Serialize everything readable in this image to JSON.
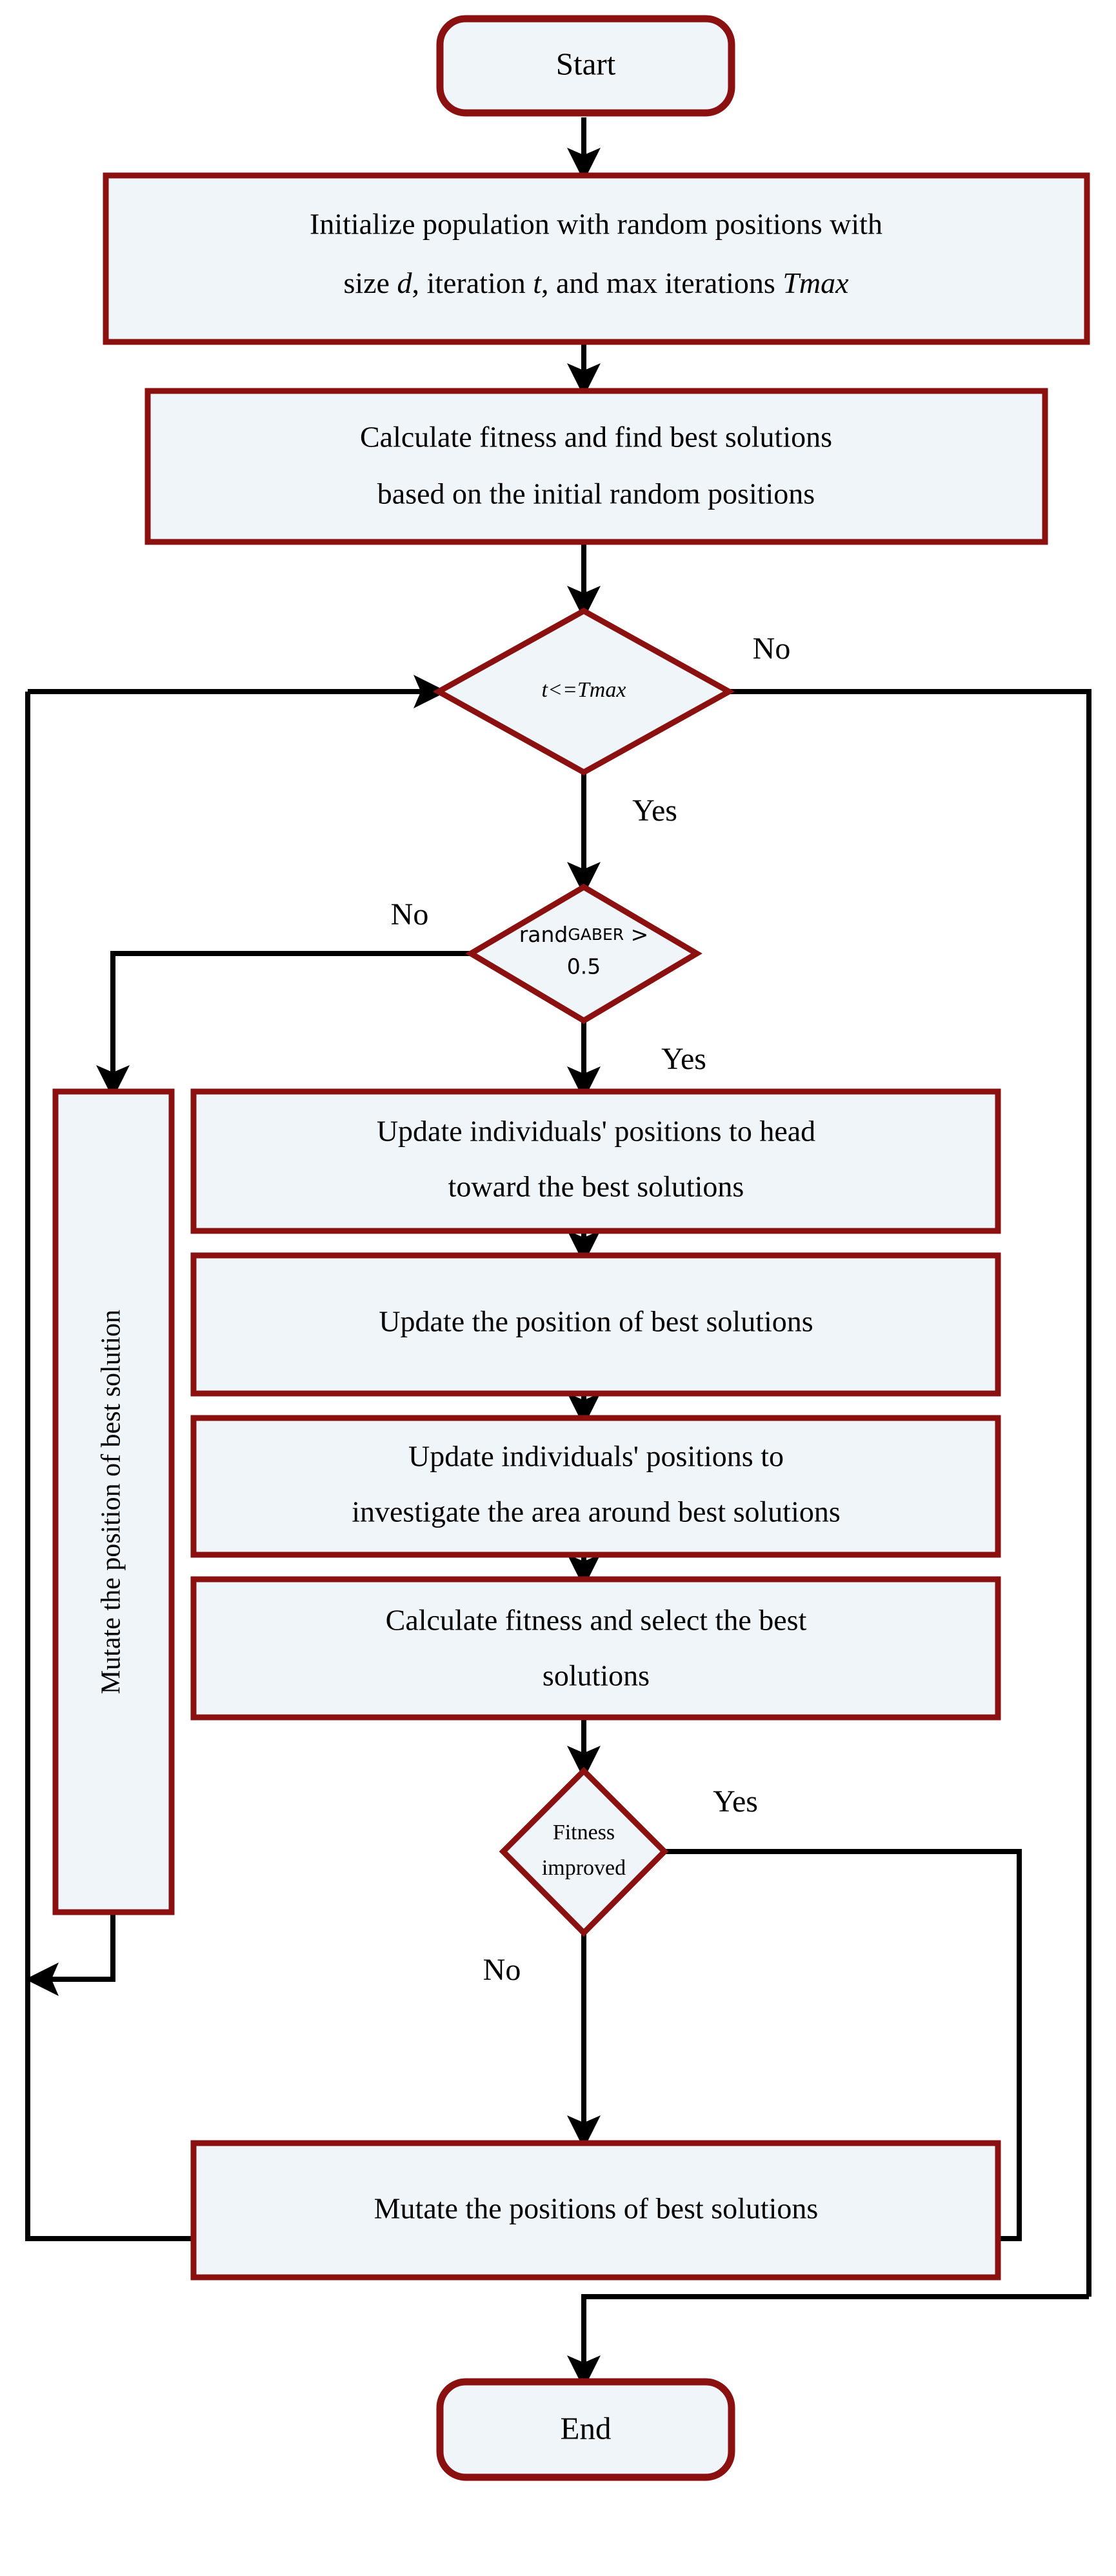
{
  "diagram": {
    "title": "GABER metaheuristic algorithm flowchart",
    "colors": {
      "node_border": "#8b1111",
      "node_fill": "#f0f5fa",
      "connector": "#000000",
      "text": "#000000",
      "background": "#ffffff"
    },
    "nodes": [
      {
        "id": "start",
        "type": "terminator",
        "label": "Start"
      },
      {
        "id": "initialize",
        "type": "process",
        "line1": "Initialize population with random positions with",
        "line2_a": "size ",
        "line2_b": "d",
        "line2_c": ", iteration ",
        "line2_d": "t",
        "line2_e": ", and max iterations ",
        "line2_f": "Tmax"
      },
      {
        "id": "calc-initial-fitness",
        "type": "process",
        "line1": "Calculate fitness and find best solutions",
        "line2": "based on the initial random positions"
      },
      {
        "id": "iteration-check",
        "type": "decision",
        "label_a": "t",
        "label_b": "<=",
        "label_c": "Tmax"
      },
      {
        "id": "rand-check",
        "type": "decision",
        "line1_a": "rand",
        "line1_b": "GABER",
        "line1_c": " >",
        "line2": "0.5"
      },
      {
        "id": "mutate-best-solution-vertical",
        "type": "process",
        "label": "Mutate the position of best solution"
      },
      {
        "id": "update-head-toward",
        "type": "process",
        "line1": "Update individuals' positions to head",
        "line2": "toward the best solutions"
      },
      {
        "id": "update-best-position",
        "type": "process",
        "label": "Update the position of best solutions"
      },
      {
        "id": "update-investigate-area",
        "type": "process",
        "line1": "Update individuals' positions to",
        "line2": "investigate the area around best solutions"
      },
      {
        "id": "calc-select-best",
        "type": "process",
        "line1": "Calculate fitness and select the best",
        "line2": "solutions"
      },
      {
        "id": "fitness-improved",
        "type": "decision",
        "line1": "Fitness",
        "line2": "improved"
      },
      {
        "id": "mutate-best-solutions",
        "type": "process",
        "label": "Mutate the positions of best solutions"
      },
      {
        "id": "end",
        "type": "terminator",
        "label": "End"
      }
    ],
    "edge_labels": {
      "iteration_no": "No",
      "iteration_yes": "Yes",
      "rand_no": "No",
      "rand_yes": "Yes",
      "fitness_yes": "Yes",
      "fitness_no": "No"
    }
  }
}
